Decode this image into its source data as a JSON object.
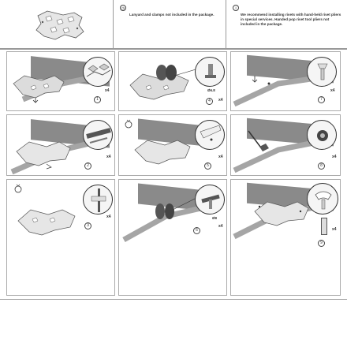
{
  "header": {
    "note_1": {
      "icon": "clock-icon",
      "text": "Lanyard and clamps not included in the package."
    },
    "note_2": {
      "icon": "info-icon",
      "text": "We recommend installing rivets with hand-held rivet pliers in special services. Handed pop rivet tool pliers not included in the package."
    }
  },
  "steps": [
    {
      "number": "1",
      "quantity": "x4",
      "zoom_label": ""
    },
    {
      "number": "4",
      "quantity": "x4",
      "zoom_label": "Ø6.8"
    },
    {
      "number": "7",
      "quantity": "x4",
      "zoom_label": ""
    },
    {
      "number": "2",
      "quantity": "x4",
      "zoom_label": ""
    },
    {
      "number": "5",
      "quantity": "x4",
      "zoom_label": ""
    },
    {
      "number": "8",
      "quantity": "x4",
      "zoom_label": ""
    },
    {
      "number": "3",
      "quantity": "x4",
      "zoom_label": ""
    },
    {
      "number": "6",
      "quantity": "x4",
      "zoom_label": "Ø8"
    },
    {
      "number": "9",
      "quantity": "x4",
      "zoom_label": ""
    }
  ],
  "colors": {
    "line": "#555555",
    "part_fill": "#dcdcdc",
    "trailer_fill": "#8a8a8a",
    "frame_fill": "#a5a5a5"
  }
}
